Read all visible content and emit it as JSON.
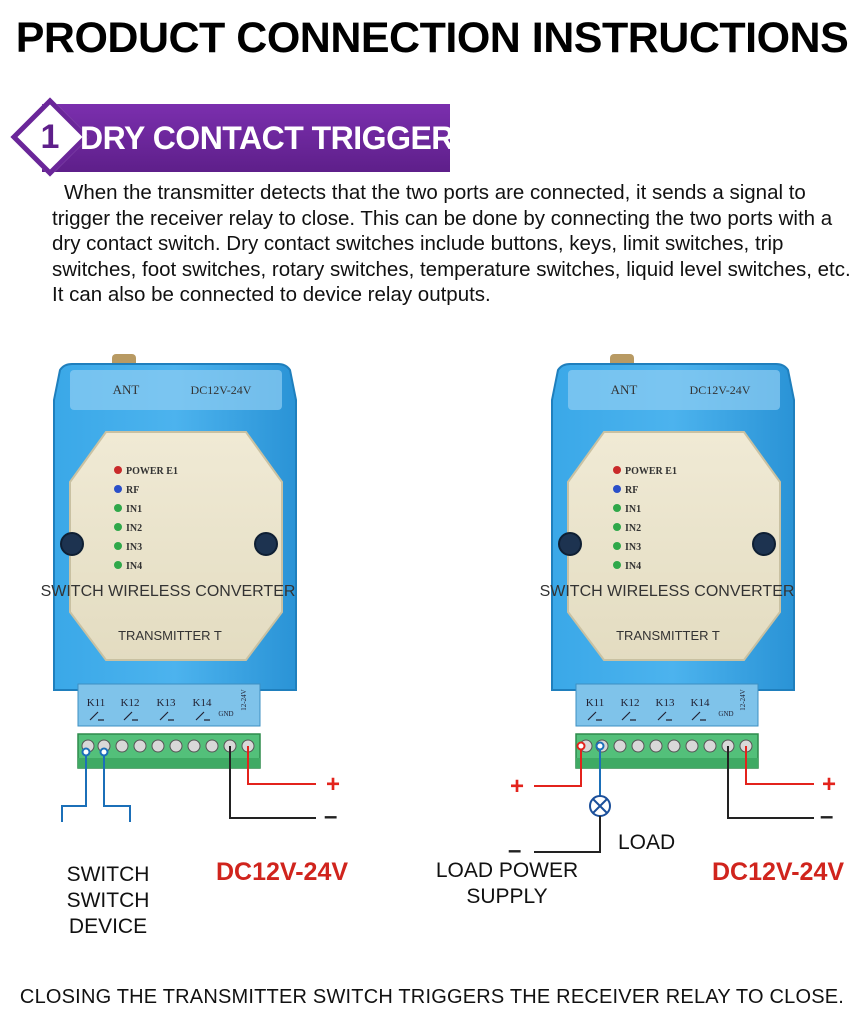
{
  "header": {
    "title": "PRODUCT CONNECTION INSTRUCTIONS"
  },
  "section": {
    "number": "1",
    "title": "DRY CONTACT TRIGGER",
    "description": "When the transmitter detects that the two ports are connected, it sends a signal to trigger the receiver relay to close. This can be done by connecting the two ports with a dry contact switch. Dry contact switches include buttons, keys, limit switches, trip switches, foot switches, rotary switches, temperature switches, liquid level switches, etc. It can also be connected to device relay outputs."
  },
  "device": {
    "ant_label": "ANT",
    "power_label": "DC12V-24V",
    "indicators": [
      "POWER E1",
      "RF",
      "IN1",
      "IN2",
      "IN3",
      "IN4"
    ],
    "model": "SWITCH WIRELESS CONVERTER",
    "type": "TRANSMITTER T",
    "terminals": [
      "K11",
      "K12",
      "K13",
      "K14",
      "GND",
      "12-24V"
    ]
  },
  "left_diagram": {
    "switch_label_1": "SWITCH",
    "switch_label_2": "SWITCH DEVICE",
    "voltage": "DC12V-24V",
    "plus": "+",
    "minus": "–"
  },
  "right_diagram": {
    "load_label": "LOAD",
    "supply_label_1": "LOAD POWER",
    "supply_label_2": "SUPPLY",
    "voltage": "DC12V-24V",
    "plus": "+",
    "minus": "–"
  },
  "footer": {
    "text": "CLOSING THE TRANSMITTER SWITCH TRIGGERS THE RECEIVER RELAY TO CLOSE."
  },
  "colors": {
    "purple": "#6a2699",
    "device_blue": "#2f9ee0",
    "panel_cream": "#ece6cf",
    "terminal_green": "#4fbf6f",
    "wire_red": "#e3231c",
    "wire_blue": "#1b6fb8",
    "voltage_red": "#d0241d"
  }
}
